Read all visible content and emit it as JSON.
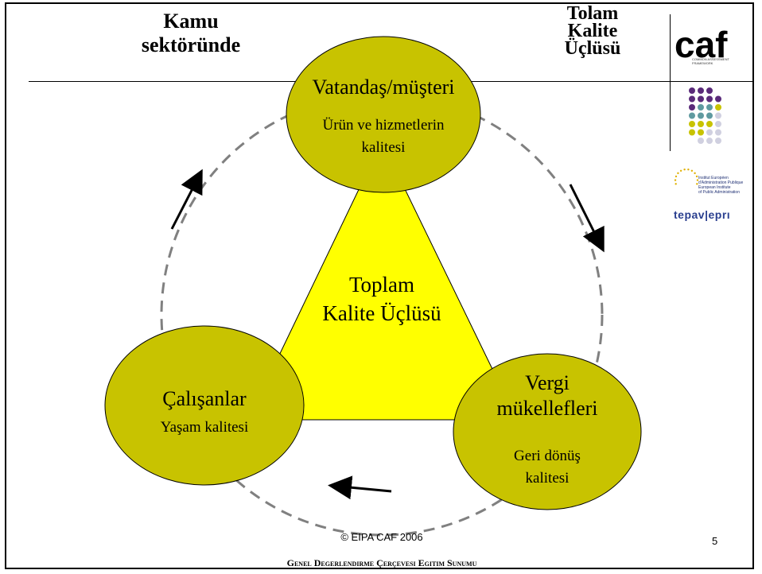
{
  "header": {
    "left_line1": "Kamu",
    "left_line2": "sektöründe",
    "right_line1": "Tolam",
    "right_line2": "Kalite",
    "right_line3": "Üçlüsü"
  },
  "nodes": {
    "top": {
      "title": "Vatandaş/müşteri",
      "sub_line1": "Ürün ve hizmetlerin",
      "sub_line2": "kalitesi"
    },
    "left": {
      "title": "Çalışanlar",
      "sub": "Yaşam kalitesi"
    },
    "right": {
      "title_line1": "Vergi",
      "title_line2": "mükellefleri",
      "sub_line1": "Geri dönüş",
      "sub_line2": "kalitesi"
    }
  },
  "center": {
    "line1": "Toplam",
    "line2": "Kalite Üçlüsü"
  },
  "logos": {
    "caf": "caf",
    "caf_subtitle": "COMMON ASSESSMENT FRAMEWORK",
    "eipa_line1": "Institut Européen",
    "eipa_line2": "d'Administration Publique",
    "eipa_line3": "European Institute",
    "eipa_line4": "of Public Administration",
    "tepav": "tepav|eprı"
  },
  "footer": {
    "copyright": "© EIPA CAF 2006",
    "page_number": "5",
    "caption": "Genel Degerlendirme Çerçevesi Egitim Sunumu"
  },
  "colors": {
    "circle_fill": "#c8c300",
    "triangle_fill": "#ffff00",
    "dashed_ring": "#808080",
    "dot_purple": "#5a2a7a",
    "dot_teal": "#5f9aa0",
    "dot_olive": "#c8c300",
    "dot_light": "#d0d0e0"
  }
}
